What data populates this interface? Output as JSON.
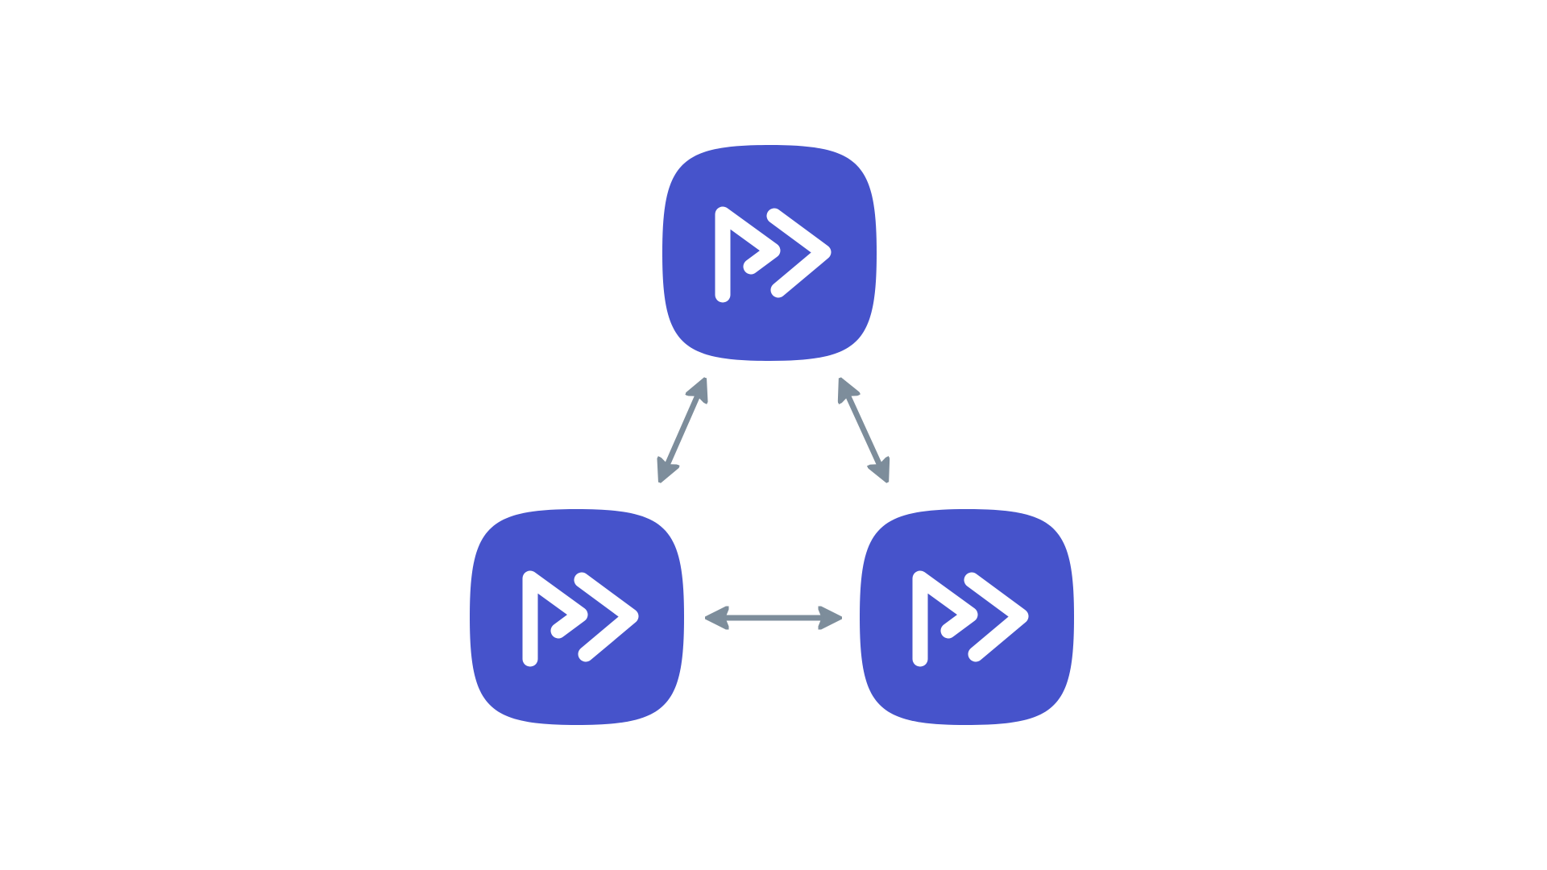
{
  "diagram": {
    "nodes": [
      {
        "id": "top",
        "icon": "double-play-forward-logo-icon"
      },
      {
        "id": "bottom-left",
        "icon": "double-play-forward-logo-icon"
      },
      {
        "id": "bottom-right",
        "icon": "double-play-forward-logo-icon"
      }
    ],
    "edges": [
      {
        "from": "top",
        "to": "bottom-left",
        "direction": "bidirectional"
      },
      {
        "from": "top",
        "to": "bottom-right",
        "direction": "bidirectional"
      },
      {
        "from": "bottom-left",
        "to": "bottom-right",
        "direction": "bidirectional"
      }
    ]
  },
  "colors": {
    "node_fill": "#4653CB",
    "logo_mark": "#FFFFFF",
    "arrow": "#7D8D9B",
    "background": "#FFFFFF"
  }
}
